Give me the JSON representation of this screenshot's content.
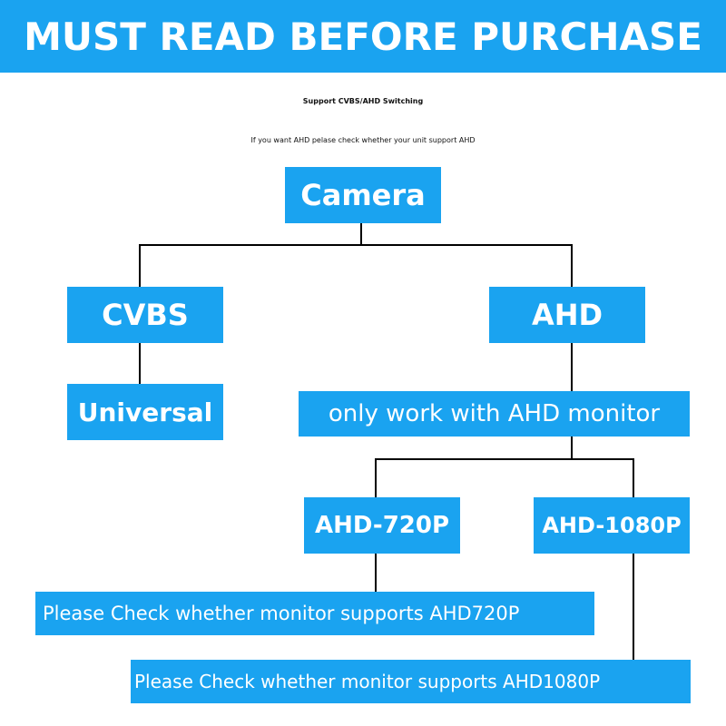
{
  "banner": {
    "title": "MUST READ BEFORE PURCHASE"
  },
  "heading": {
    "title": "Support CVBS/AHD Switching"
  },
  "note": {
    "text": "If you want AHD pelase check whether your unit support AHD"
  },
  "nodes": {
    "camera": "Camera",
    "cvbs": "CVBS",
    "ahd": "AHD",
    "universal": "Universal",
    "ahd_only": "only work with AHD monitor",
    "ahd720": "AHD-720P",
    "ahd1080": "AHD-1080P",
    "check720": "Please Check whether monitor supports AHD720P",
    "check1080": "Please Check whether monitor supports AHD1080P"
  },
  "colors": {
    "accent": "#1aa3f0",
    "box_text": "#ffffff",
    "line": "#000000"
  }
}
